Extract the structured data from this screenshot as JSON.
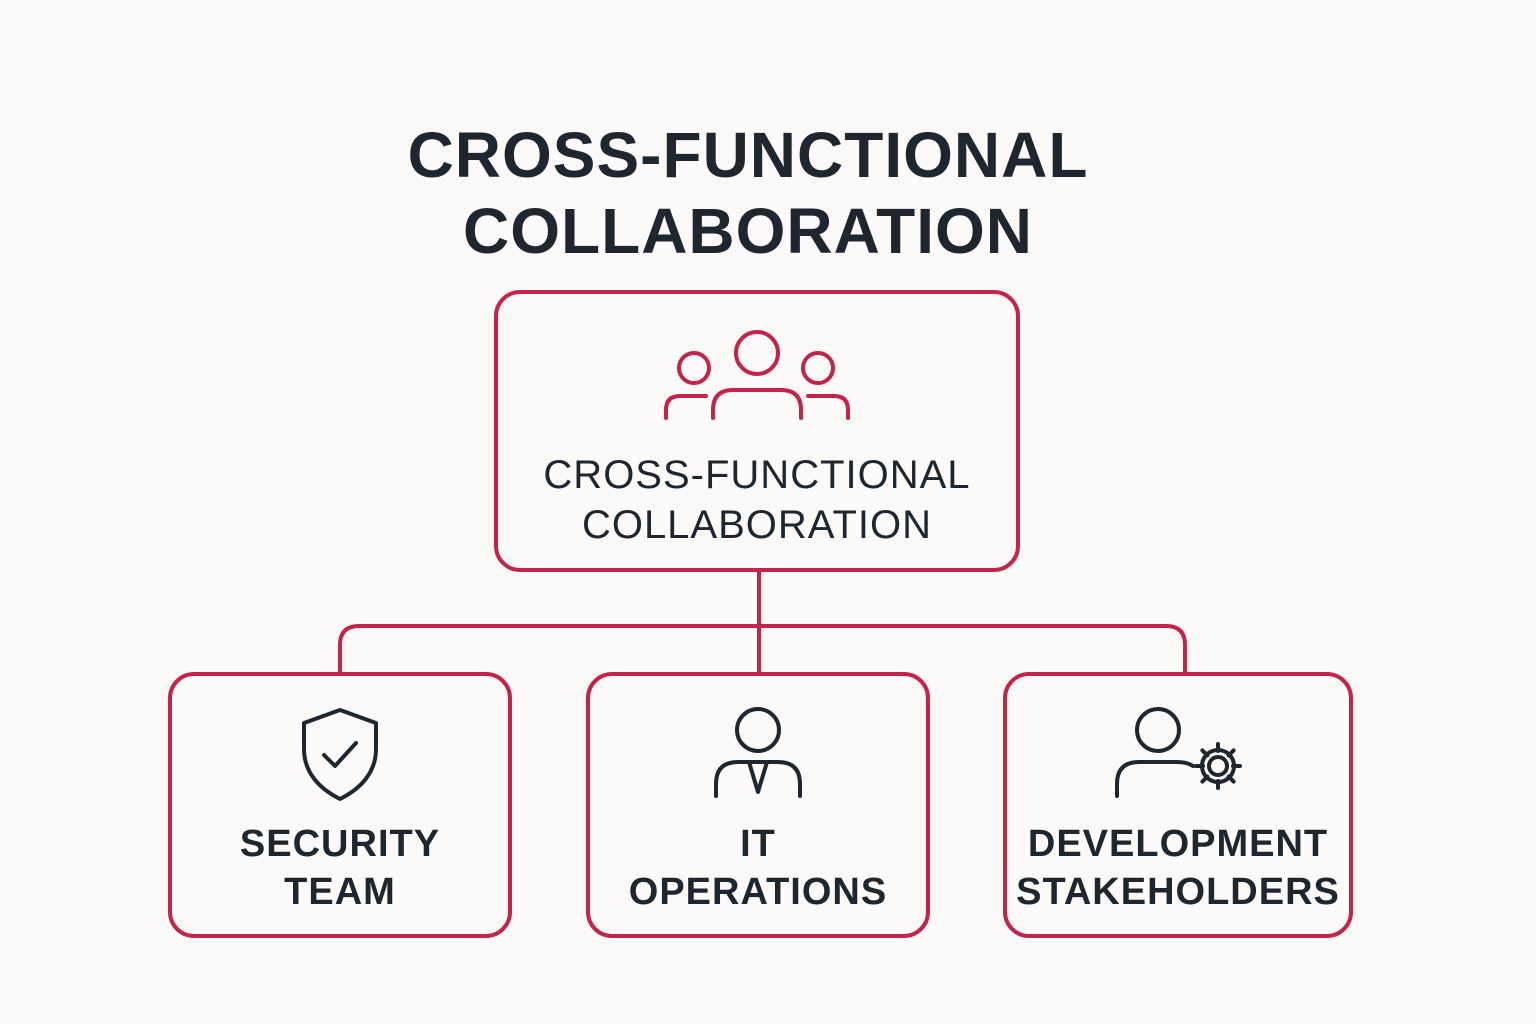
{
  "title": {
    "line1": "CROSS-FUNCTIONAL",
    "line2": "COLLABORATION"
  },
  "colors": {
    "accent": "#c4234a",
    "text": "#1e2630",
    "background": "#fbfaf8"
  },
  "root": {
    "icon": "team-group-icon",
    "label_line1": "CROSS-FUNCTIONAL",
    "label_line2": "COLLABORATION"
  },
  "children": [
    {
      "icon": "shield-check-icon",
      "label_line1": "SECURITY",
      "label_line2": "TEAM"
    },
    {
      "icon": "person-tie-icon",
      "label_line1": "IT",
      "label_line2": "OPERATIONS"
    },
    {
      "icon": "person-gear-icon",
      "label_line1": "DEVELOPMENT",
      "label_line2": "STAKEHOLDERS"
    }
  ]
}
